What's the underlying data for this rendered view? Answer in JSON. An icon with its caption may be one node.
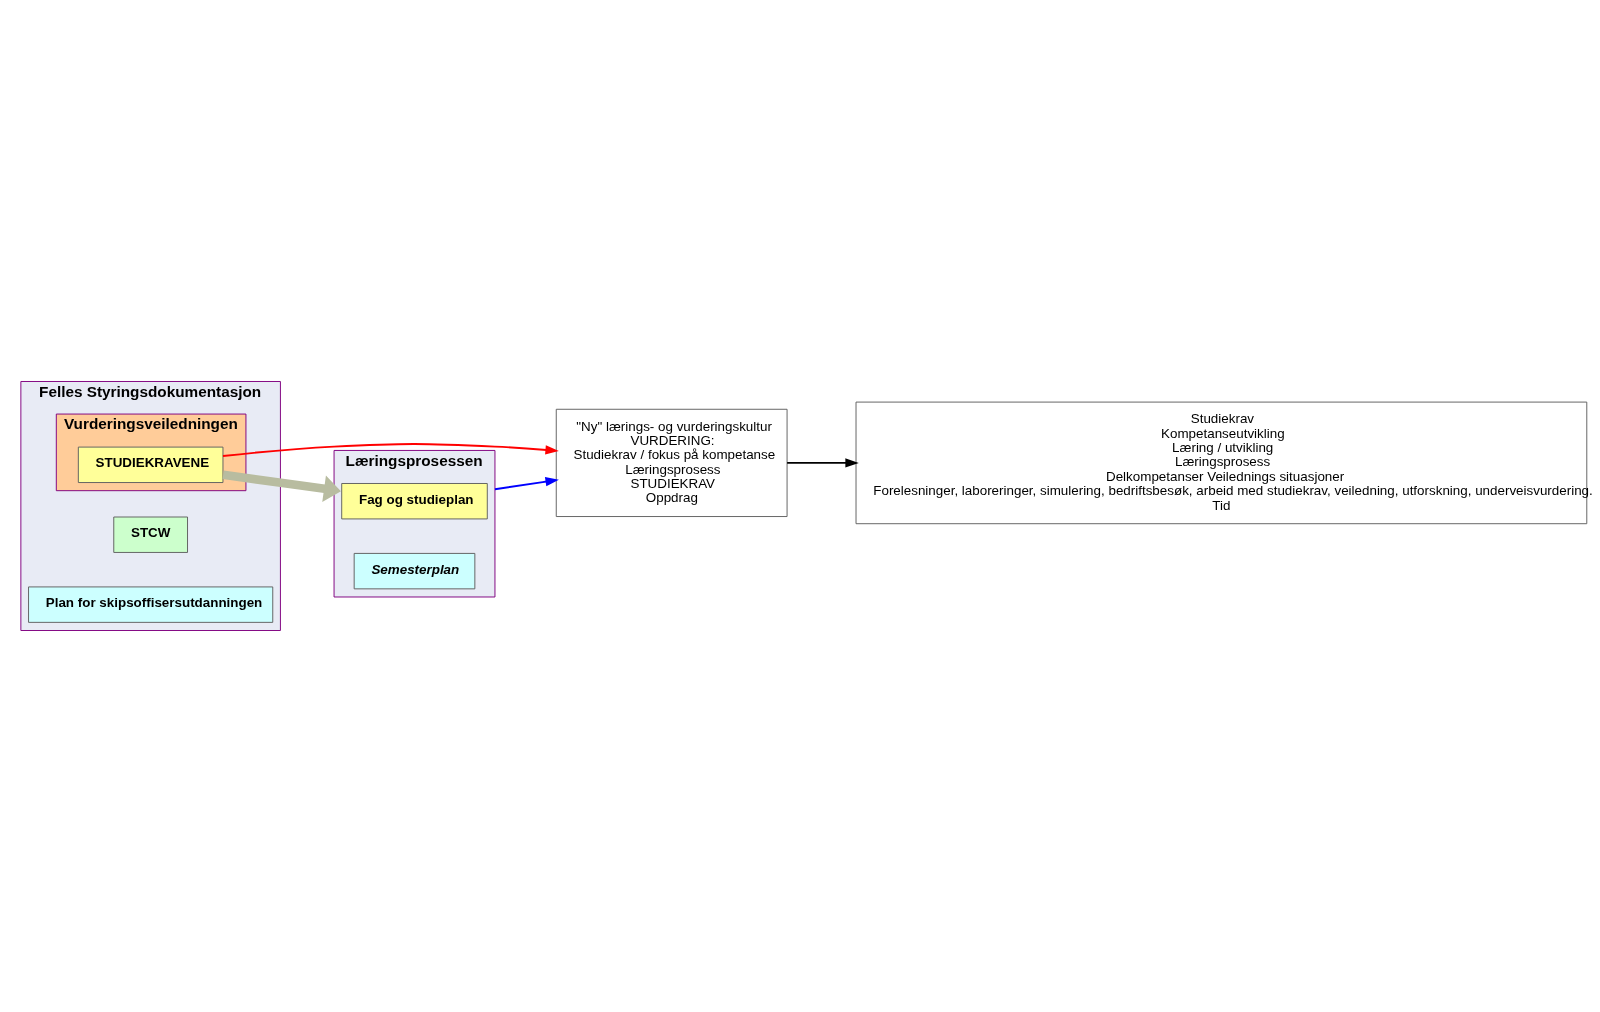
{
  "diagram": {
    "nodes": [
      {
        "text": [
          "Felles Styringsdokumentasjon"
        ]
      },
      {
        "text": [
          "STCW"
        ],
        "in": 0
      },
      {
        "text": [
          "Plan for skipsoffisersutdanningen"
        ],
        "in": 0
      },
      {
        "text": [
          "Vurderingsveiledningen"
        ],
        "in": 0
      },
      {
        "text": [
          "STUDIEKRAVENE"
        ],
        "in": 3
      },
      {
        "text": [
          "\"Ny\" lærings- og vurderingskultur",
          "VURDERING:",
          "Studiekrav / fokus på kompetanse",
          "Læringsprosess",
          "STUDIEKRAV",
          "Oppdrag"
        ]
      },
      {
        "text": [
          "Studiekrav",
          "Kompetanseutvikling",
          "Læring / utvikling",
          "Læringsprosess",
          "Delkompetanser Veilednings situasjoner",
          "Forelesninger, laboreringer, simulering, bedriftsbesøk, arbeid med studiekrav, veiledning, utforskning, underveisvurdering.",
          "Tid"
        ]
      },
      {
        "text": [
          "Læringsprosessen"
        ]
      },
      {
        "text": [
          "Fag og studieplan"
        ],
        "in": 7
      },
      {
        "text": [
          "Semesterplan"
        ],
        "in": 7
      }
    ],
    "edges": [
      {
        "from": 4,
        "to": 5,
        "arrow": "to",
        "color": "#ff0000"
      },
      {
        "from": 5,
        "to": 6,
        "arrow": "to",
        "color": "#000000"
      },
      {
        "from": 7,
        "to": 5,
        "arrow": "to",
        "color": "#0000ff"
      },
      {
        "from": 4,
        "to": 7,
        "arrow": "to",
        "style": "thick",
        "color": "#b8bca0"
      }
    ]
  }
}
